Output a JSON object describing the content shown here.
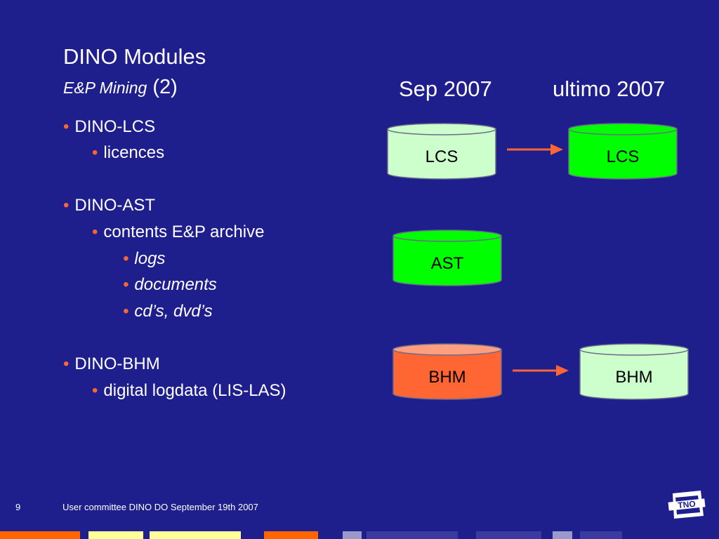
{
  "slide": {
    "title": "DINO Modules",
    "subtitle_italic": "E&P Mining",
    "subtitle_rest": "(2)",
    "bullet_glyph": "•",
    "bullets": [
      {
        "text": "DINO-LCS"
      },
      {
        "text": "licences"
      },
      {
        "text": "DINO-AST"
      },
      {
        "text": "contents E&P archive"
      },
      {
        "text": "logs"
      },
      {
        "text": "documents"
      },
      {
        "text": "cd’s, dvd’s"
      },
      {
        "text": "DINO-BHM"
      },
      {
        "text": "digital logdata (LIS-LAS)"
      }
    ],
    "column_heads": {
      "left": "Sep 2007",
      "right": "ultimo 2007"
    },
    "databases": {
      "lcs_sep": {
        "label": "LCS",
        "color": "#ccffcc"
      },
      "lcs_ult": {
        "label": "LCS",
        "color": "#00ff00"
      },
      "ast_sep": {
        "label": "AST",
        "color": "#00ff00"
      },
      "bhm_sep": {
        "label": "BHM",
        "color": "#ff6633"
      },
      "bhm_ult": {
        "label": "BHM",
        "color": "#ccffcc"
      }
    }
  },
  "footer": {
    "page_number": "9",
    "text": "User committee DINO DO September 19th 2007",
    "logo": "TNO"
  },
  "colors": {
    "background": "#1e1e8c",
    "bullet": "#ff6633",
    "arrow": "#ff6633"
  }
}
